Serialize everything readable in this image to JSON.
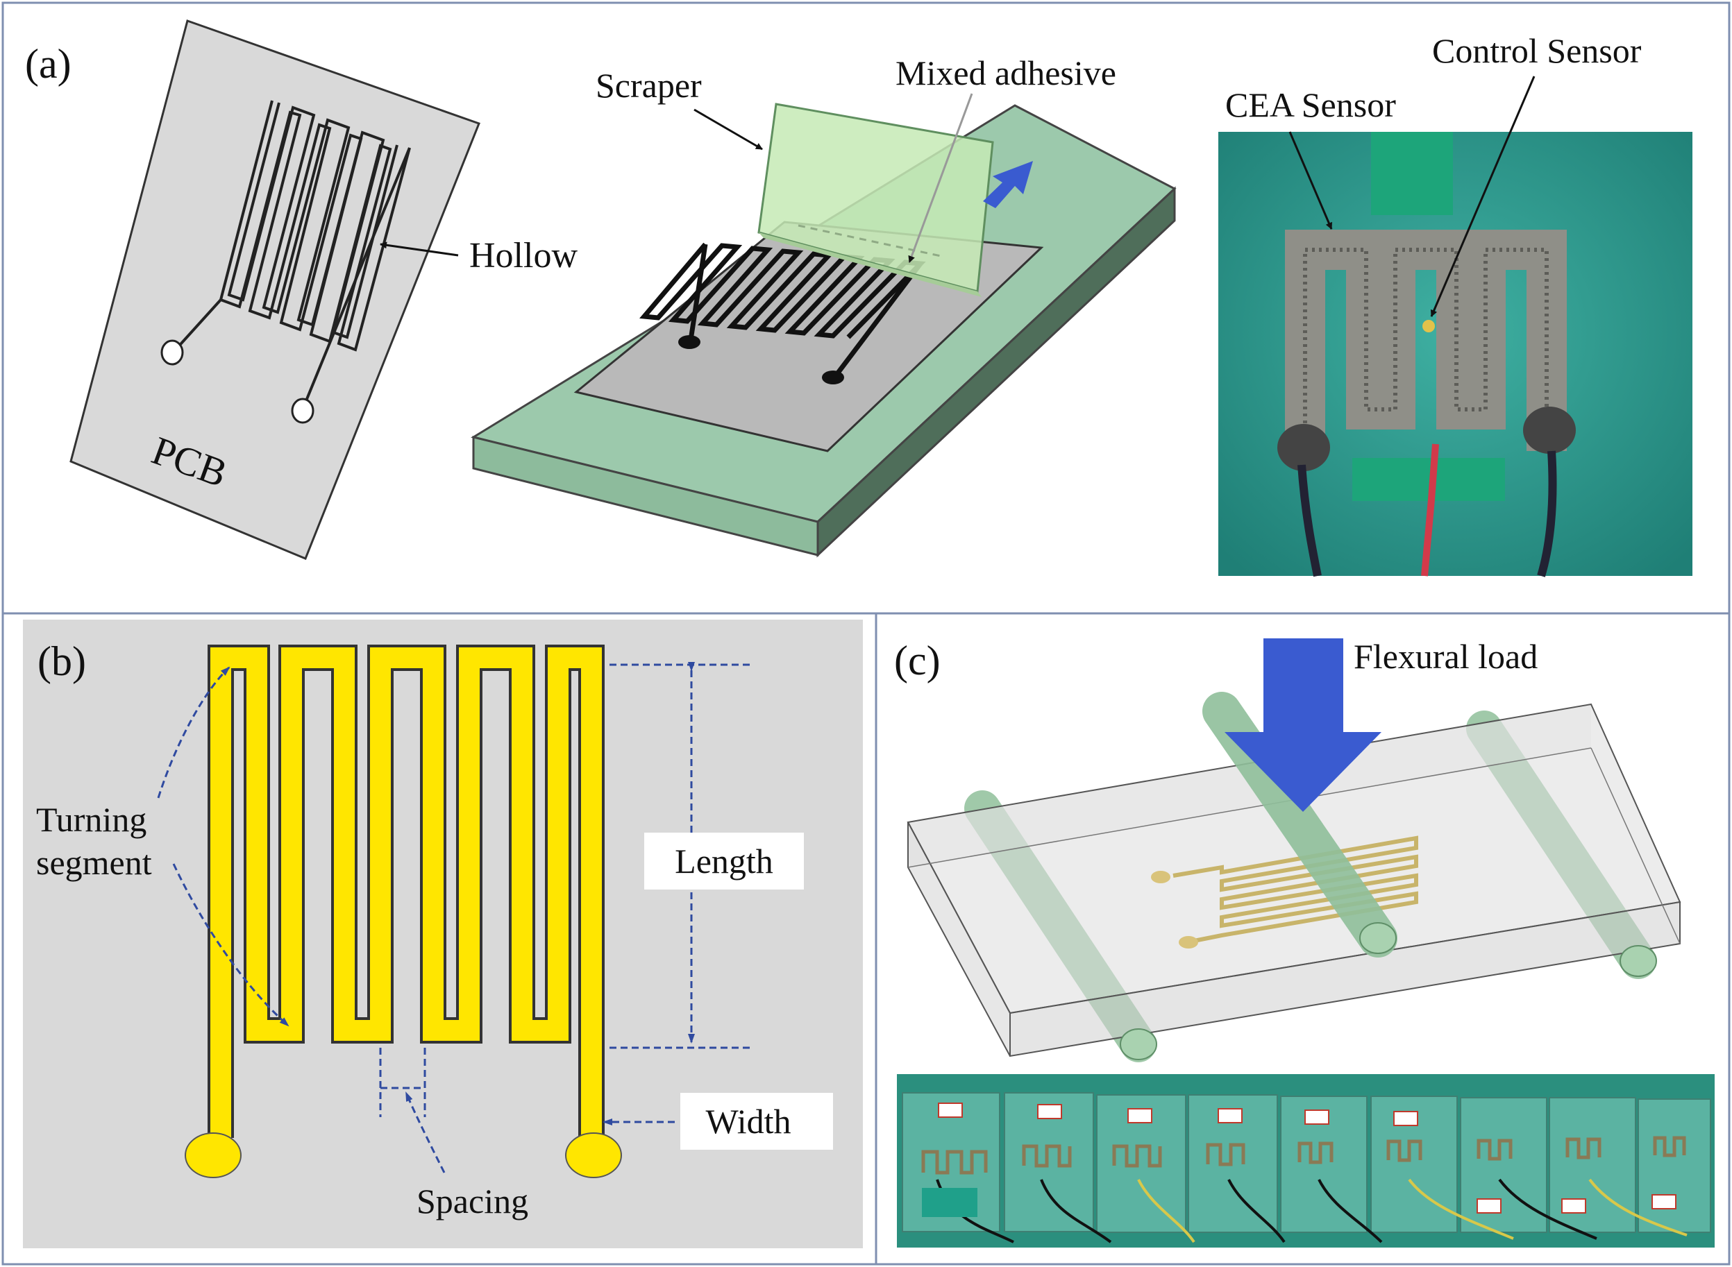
{
  "panel_a": {
    "tag": "(a)",
    "pcb_label": "PCB",
    "hollow_label": "Hollow",
    "scraper_label": "Scraper",
    "adhesive_label": "Mixed adhesive",
    "cea_label": "CEA Sensor",
    "control_label": "Control Sensor"
  },
  "panel_b": {
    "tag": "(b)",
    "turning_line1": "Turning",
    "turning_line2": "segment",
    "length_label": "Length",
    "width_label": "Width",
    "spacing_label": "Spacing"
  },
  "panel_c": {
    "tag": "(c)",
    "load_label": "Flexural load"
  },
  "colors": {
    "panel_border": "#7f8fb0",
    "pcb_gray": "#d9d9d9",
    "substrate_green": "#8fbfa3",
    "trace_yellow": "#ffe600",
    "dim_blue": "#2f4aa0",
    "arrow_blue": "#3a5bd0",
    "photo_teal": "#2f9a8e"
  }
}
